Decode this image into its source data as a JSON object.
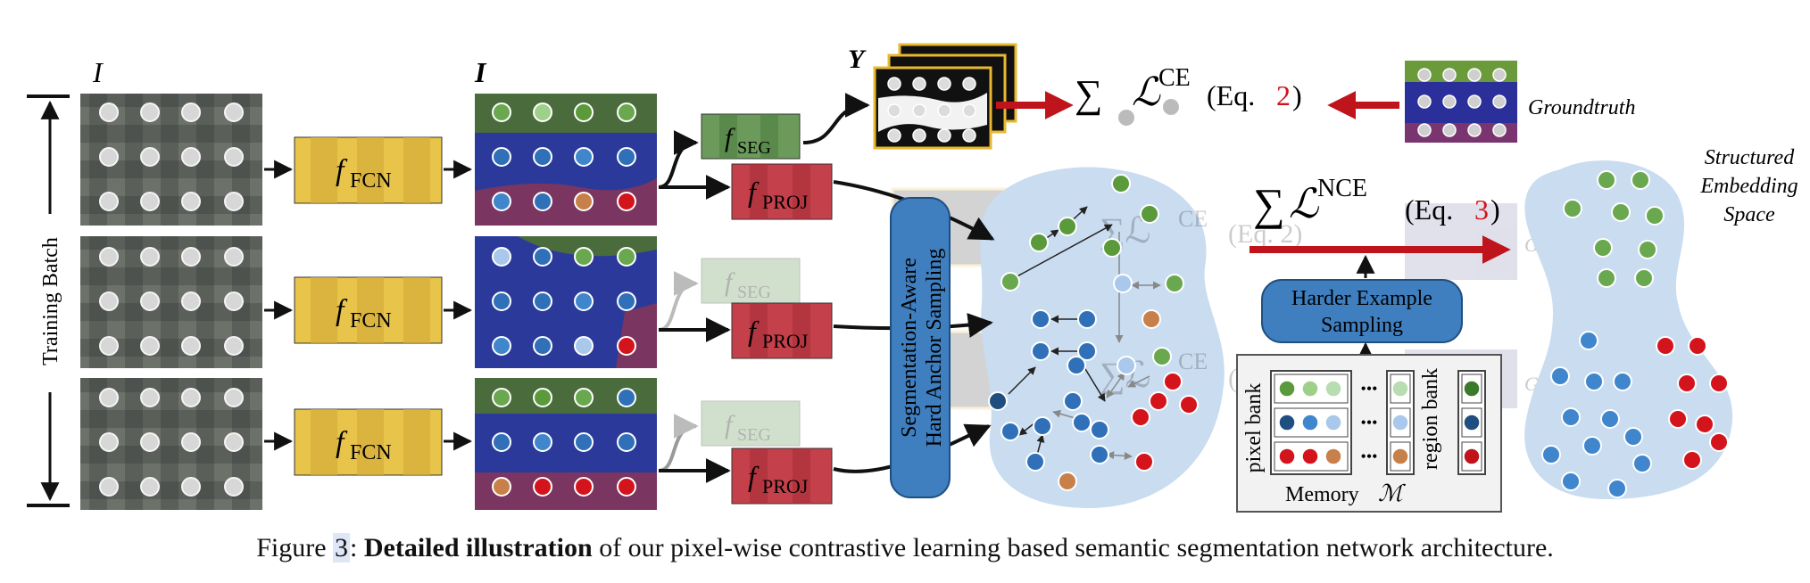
{
  "labels": {
    "input_image": "I",
    "output_image": "I",
    "training_batch": "Training Batch",
    "y_label": "Y",
    "f": "f",
    "fcn_sub": "FCN",
    "seg_sub": "SEG",
    "proj_sub": "PROJ",
    "ce_sum": "∑",
    "ce_L": "ℒ",
    "ce_sup": "CE",
    "ce_eq_open": "(Eq. ",
    "ce_eq_num": "2",
    "ce_eq_close": ")",
    "nce_sum": "∑",
    "nce_L": "ℒ",
    "nce_sup": "NCE",
    "nce_eq_open": "(Eq. ",
    "nce_eq_num": "3",
    "nce_eq_close": ")",
    "groundtruth": "Groundtruth",
    "structured_line1": "Structured",
    "structured_line2": "Embedding",
    "structured_line3": "Space",
    "anchor_line1": "Segmentation-Aware",
    "anchor_line2": "Hard Anchor Sampling",
    "harder_line1": "Harder Example",
    "harder_line2": "Sampling",
    "pixel_bank": "pixel bank",
    "region_bank": "region bank",
    "memory": "Memory",
    "memory_symbol": "ℳ",
    "ellipsis": "•••"
  },
  "caption": {
    "prefix": "Figure ",
    "number": "3",
    "colon": ": ",
    "bold": "Detailed illustration",
    "rest": " of our pixel-wise contrastive learning based semantic segmentation network architecture."
  },
  "colors": {
    "fcn_box": "#e8c44a",
    "seg_box": "#6b9a5a",
    "proj_box": "#c4404a",
    "blob": "#c9dcf0",
    "red_arrow": "#c0141c",
    "eq_red": "#d0141c",
    "blue_box": "#3f7fc0",
    "green_dot": "#5a9a3a",
    "blue_dot": "#2f70b8",
    "red_dot": "#d4141c",
    "orange_dot": "#c8804a"
  }
}
